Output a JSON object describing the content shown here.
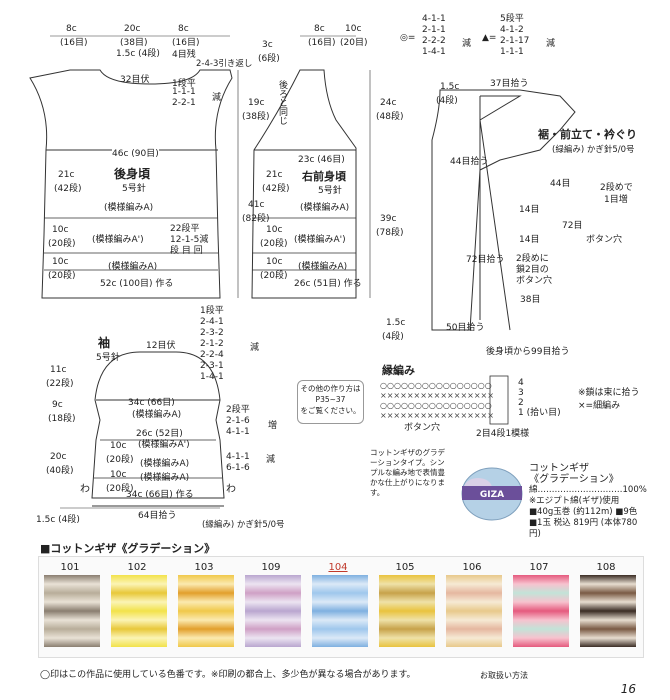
{
  "back": {
    "top_widths": [
      "8c",
      "20c",
      "8c"
    ],
    "top_rows": [
      "(16目)",
      "(38目)",
      "(16目)"
    ],
    "neck_depth": "1.5c (4段)",
    "neck_shape": "4目残",
    "neck_shape2": "2-4-3引き返し",
    "bind_center": "32目伏",
    "armhole_dec": [
      "1段平",
      "1-1-1",
      "2-2-1"
    ],
    "dec_label": "減",
    "chest": "46c (90目)",
    "title": "後身頃",
    "needle": "5号針",
    "body_h": "21c",
    "body_rows": "(42段)",
    "pattern_a": "(模様編みA)",
    "pattern_a2": "(模様編みA')",
    "side_dec": [
      "22段平",
      "12-1-5減",
      "段 目 回"
    ],
    "waist_h": "10c",
    "waist_rows": "(20段)",
    "hem_h": "10c",
    "hem_rows": "(20段)",
    "hem_pattern": "(模様編みA)",
    "hem_cast": "52c (100目) 作る",
    "total_h": "41c",
    "total_rows": "(82段)",
    "armhole_h": "19c",
    "armhole_rows": "(38段)",
    "shoulder_drop": "3c",
    "shoulder_rows": "(6段)"
  },
  "front": {
    "top_widths": [
      "8c",
      "10c"
    ],
    "top_rows": [
      "(16目)",
      "(20目)"
    ],
    "same_back": "後ろと同じ",
    "chest": "23c (46目)",
    "body_h": "21c",
    "body_rows": "(42段)",
    "title": "右前身頃",
    "needle": "5号針",
    "pattern_a": "(模様編みA)",
    "waist_h": "10c",
    "waist_rows": "(20段)",
    "pattern_a2": "(模様編みA')",
    "hem_h": "10c",
    "hem_rows": "(20段)",
    "hem_pattern": "(模様編みA)",
    "hem_cast": "26c (51目) 作る",
    "right_h": "24c",
    "right_rows": "(48段)",
    "right_total": "39c",
    "right_total_rows": "(78段)"
  },
  "legend": {
    "circle_rows": [
      "4-1-1",
      "2-1-1",
      "2-2-2",
      "1-4-1"
    ],
    "circle_label": "減",
    "tri_rows": [
      "5段平",
      "4-1-2",
      "2-1-17",
      "1-1-1"
    ],
    "tri_label": "減"
  },
  "band": {
    "top_pick": "37目拾う",
    "left_h": "1.5c",
    "left_rows": "(4段)",
    "side_pick": "44目拾う",
    "title": "裾・前立て・衿ぐり",
    "sub": "(緑編み) かぎ針5/0号",
    "inc_note": "2段めで",
    "inc_note2": "1目増",
    "count44": "44目",
    "count72": "72目",
    "button_hole": "ボタン穴",
    "pick14a": "14目",
    "pick14b": "14目",
    "pick72": "72目拾う",
    "btn_note": [
      "2段めに",
      "鎖2目の",
      "ボタン穴"
    ],
    "pick38": "38目",
    "bottom_h": "1.5c",
    "bottom_rows": "(4段)",
    "bottom_pick": "50目拾う",
    "back_pick": "後身頃から99目拾う"
  },
  "sleeve": {
    "title": "袖",
    "needle": "5号針",
    "bind": "12目伏",
    "cap_dec": [
      "1段平",
      "2-4-1",
      "2-3-2",
      "2-1-2",
      "2-2-4",
      "2-3-1",
      "1-4-1"
    ],
    "dec_label": "減",
    "cap_h": "11c",
    "cap_rows": "(22段)",
    "upper": "34c (66目)",
    "pattern_a": "(模様編みA)",
    "mid_h": "9c",
    "mid_rows": "(18段)",
    "inc_rows": [
      "2段平",
      "2-1-6",
      "4-1-1"
    ],
    "inc_label": "増",
    "mid_w": "26c (52目)",
    "mid_pattern": "(模様編みA')",
    "low_h": "20c",
    "low_rows": "(40段)",
    "dec_rows": [
      "4-1-1",
      "6-1-6"
    ],
    "dec2_label": "減",
    "lower_h": "10c",
    "lower_rows": "(20段)",
    "lower_pattern": "(模様編みA)",
    "lower_h2": "10c",
    "lower_rows2": "(20段)",
    "cuff_pattern": "(模様編みA)",
    "cuff_cast": "34c (66目) 作る",
    "wa1": "わ",
    "wa2": "わ",
    "cuff_pick": "64目拾う",
    "cuff_h": "1.5c (4段)",
    "cuff_band": "(縁編み) かぎ針5/0号"
  },
  "ref": {
    "line1": "その他の作り方は",
    "line2": "P35~37",
    "line3": "をご覧ください。"
  },
  "edging": {
    "title": "縁編み",
    "rows": [
      "4",
      "3",
      "2",
      "1 (拾い目)"
    ],
    "note1": "※鎖は束に拾う",
    "note2": "×=細編み",
    "button_hole": "ボタン穴",
    "repeat": "2目4段1模様"
  },
  "yarn": {
    "desc": "コットンギザのグラデーションタイプ。シンプルな編み地で表情豊かな仕上がりになります。",
    "name": "コットンギザ",
    "name2": "《グラデーション》",
    "spec1": "綿…………………………100%",
    "spec2": "※エジプト綿(ギザ)使用",
    "spec3": "■40g玉巻 (約112m) ■9色",
    "spec4": "■1玉 税込 819円 (本体780円)",
    "label": "GIZA"
  },
  "colors_title": "■コットンギザ《グラデーション》",
  "swatches": [
    {
      "num": "101",
      "c1": "#8a7e70",
      "c2": "#e9e2d6",
      "c3": "#b8ad9a"
    },
    {
      "num": "102",
      "c1": "#f2e24a",
      "c2": "#fbf4b5",
      "c3": "#e8c83a"
    },
    {
      "num": "103",
      "c1": "#f0c84a",
      "c2": "#fbeab0",
      "c3": "#e29f2c"
    },
    {
      "num": "109",
      "c1": "#b9a6cf",
      "c2": "#ece4f1",
      "c3": "#cfa0c5"
    },
    {
      "num": "104",
      "c1": "#7fb0e0",
      "c2": "#dbe9f7",
      "c3": "#9fc7ec",
      "circled": true
    },
    {
      "num": "105",
      "c1": "#e9c33e",
      "c2": "#efe2a8",
      "c3": "#c7a24a"
    },
    {
      "num": "106",
      "c1": "#e8c98b",
      "c2": "#f6ead4",
      "c3": "#e5b7a0"
    },
    {
      "num": "107",
      "c1": "#e55a7e",
      "c2": "#f7c2ce",
      "c3": "#c2e3d8"
    },
    {
      "num": "108",
      "c1": "#3a2c24",
      "c2": "#e7ddd0",
      "c3": "#7a5a44"
    }
  ],
  "note": "◯印はこの作品に使用している色番です。※印刷の都合上、多少色が異なる場合があります。",
  "care_label": "お取扱い方法",
  "page": "16"
}
